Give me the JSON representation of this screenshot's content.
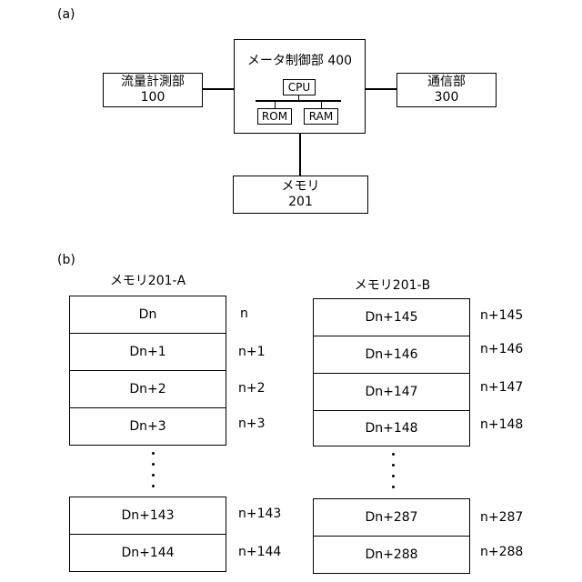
{
  "panel_a": {
    "label": "(a)",
    "controller": {
      "title": "メータ制御部 400",
      "cpu": "CPU",
      "rom": "ROM",
      "ram": "RAM"
    },
    "flow": {
      "line1": "流量計測部",
      "line2": "100"
    },
    "comm": {
      "line1": "通信部",
      "line2": "300"
    },
    "memory": {
      "line1": "メモリ",
      "line2": "201"
    }
  },
  "panel_b": {
    "label": "(b)",
    "memA": {
      "title": "メモリ201-A",
      "top_cells": [
        {
          "data": "Dn",
          "index": "n"
        },
        {
          "data": "Dn+1",
          "index": "n+1"
        },
        {
          "data": "Dn+2",
          "index": "n+2"
        },
        {
          "data": "Dn+3",
          "index": "n+3"
        }
      ],
      "bottom_cells": [
        {
          "data": "Dn+143",
          "index": "n+143"
        },
        {
          "data": "Dn+144",
          "index": "n+144"
        }
      ]
    },
    "memB": {
      "title": "メモリ201-B",
      "top_cells": [
        {
          "data": "Dn+145",
          "index": "n+145"
        },
        {
          "data": "Dn+146",
          "index": "n+146"
        },
        {
          "data": "Dn+147",
          "index": "n+147"
        },
        {
          "data": "Dn+148",
          "index": "n+148"
        }
      ],
      "bottom_cells": [
        {
          "data": "Dn+287",
          "index": "n+287"
        },
        {
          "data": "Dn+288",
          "index": "n+288"
        }
      ]
    }
  }
}
